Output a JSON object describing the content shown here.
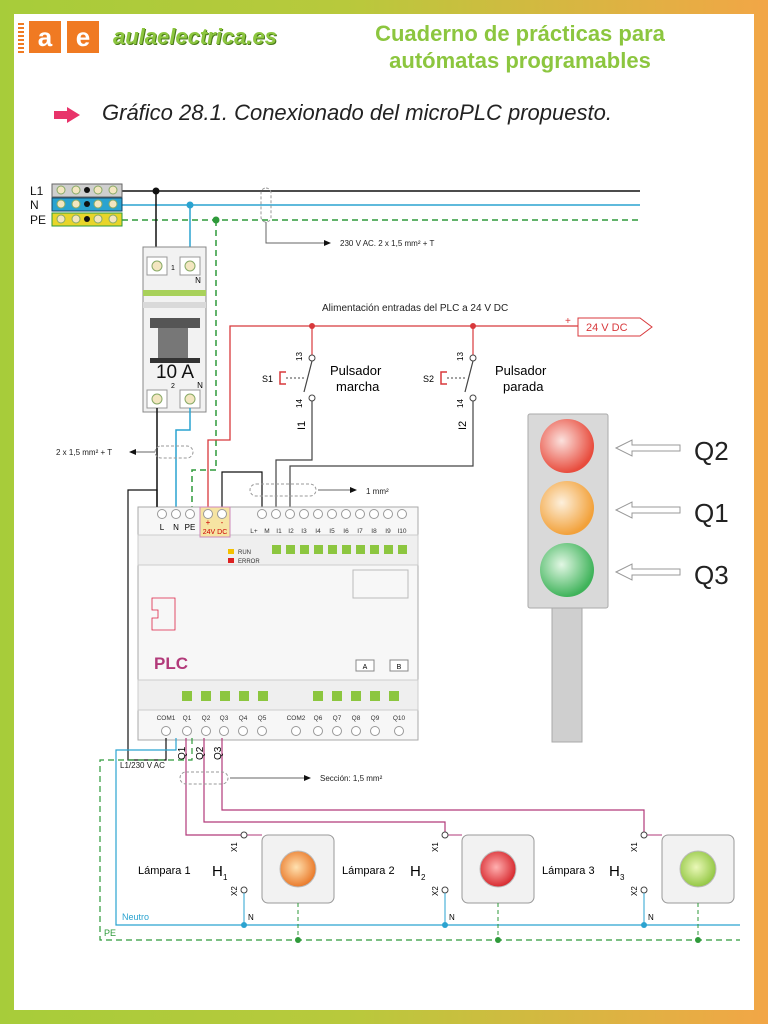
{
  "header": {
    "logo_letters": [
      "a",
      "e"
    ],
    "site_name": "aulaelectrica.es",
    "title_line1": "Cuaderno de prácticas para",
    "title_line2": "autómatas programables"
  },
  "figure": {
    "caption": "Gráfico 28.1. Conexionado del microPLC propuesto."
  },
  "colors": {
    "phase": "#111111",
    "neutral": "#2aa3d0",
    "earth": "#2e9a3a",
    "dc_supply": "#d8393c",
    "outputs": "#b23a7a",
    "plc_green": "#8cc63f",
    "brand_green": "#8cc63f",
    "brand_orange": "#f07a22"
  },
  "supply": {
    "lines": [
      "L1",
      "N",
      "PE"
    ],
    "cable_label": "230 V AC. 2 x 1,5 mm² + T",
    "breaker_rating": "10 A",
    "breaker_terminals_top": [
      "1",
      "N"
    ],
    "breaker_terminals_bottom": [
      "2",
      "N"
    ],
    "breaker_out_cable": "2 x 1,5 mm² + T"
  },
  "dc": {
    "label": "Alimentación entradas del PLC a 24 V DC",
    "plus": "+",
    "value": "24 V DC"
  },
  "switches": [
    {
      "id": "S1",
      "name_line1": "Pulsador",
      "name_line2": "marcha",
      "t_top": "13",
      "t_bottom": "14",
      "input": "I1"
    },
    {
      "id": "S2",
      "name_line1": "Pulsador",
      "name_line2": "parada",
      "t_top": "13",
      "t_bottom": "14",
      "input": "I2"
    }
  ],
  "input_cable": "1 mm²",
  "plc": {
    "name": "PLC",
    "power_terminals": [
      "L",
      "N",
      "PE"
    ],
    "dc_terminals_label": "24V DC",
    "dc_signs": [
      "+",
      "-"
    ],
    "input_terminals": [
      "L+",
      "M",
      "I1",
      "I2",
      "I3",
      "I4",
      "I5",
      "I6",
      "I7",
      "I8",
      "I9",
      "I10"
    ],
    "status": [
      "RUN",
      "ERROR"
    ],
    "buttons": [
      "A",
      "B"
    ],
    "output_terminals": [
      "COM1",
      "Q1",
      "Q2",
      "Q3",
      "Q4",
      "Q5",
      "COM2",
      "Q6",
      "Q7",
      "Q8",
      "Q9",
      "Q10"
    ],
    "com_feed": "L1/230 V AC",
    "output_wires": [
      "Q1",
      "Q2",
      "Q3"
    ],
    "output_cable": "Sección: 1,5 mm²"
  },
  "traffic_light": {
    "labels": [
      "Q2",
      "Q1",
      "Q3"
    ]
  },
  "lamps": [
    {
      "name": "Lámpara 1",
      "tag": "H",
      "sub": "1",
      "x1": "X1",
      "x2": "X2",
      "n": "N"
    },
    {
      "name": "Lámpara 2",
      "tag": "H",
      "sub": "2",
      "x1": "X1",
      "x2": "X2",
      "n": "N"
    },
    {
      "name": "Lámpara 3",
      "tag": "H",
      "sub": "3",
      "x1": "X1",
      "x2": "X2",
      "n": "N"
    }
  ],
  "bus_labels": {
    "neutral": "Neutro",
    "earth": "PE"
  }
}
